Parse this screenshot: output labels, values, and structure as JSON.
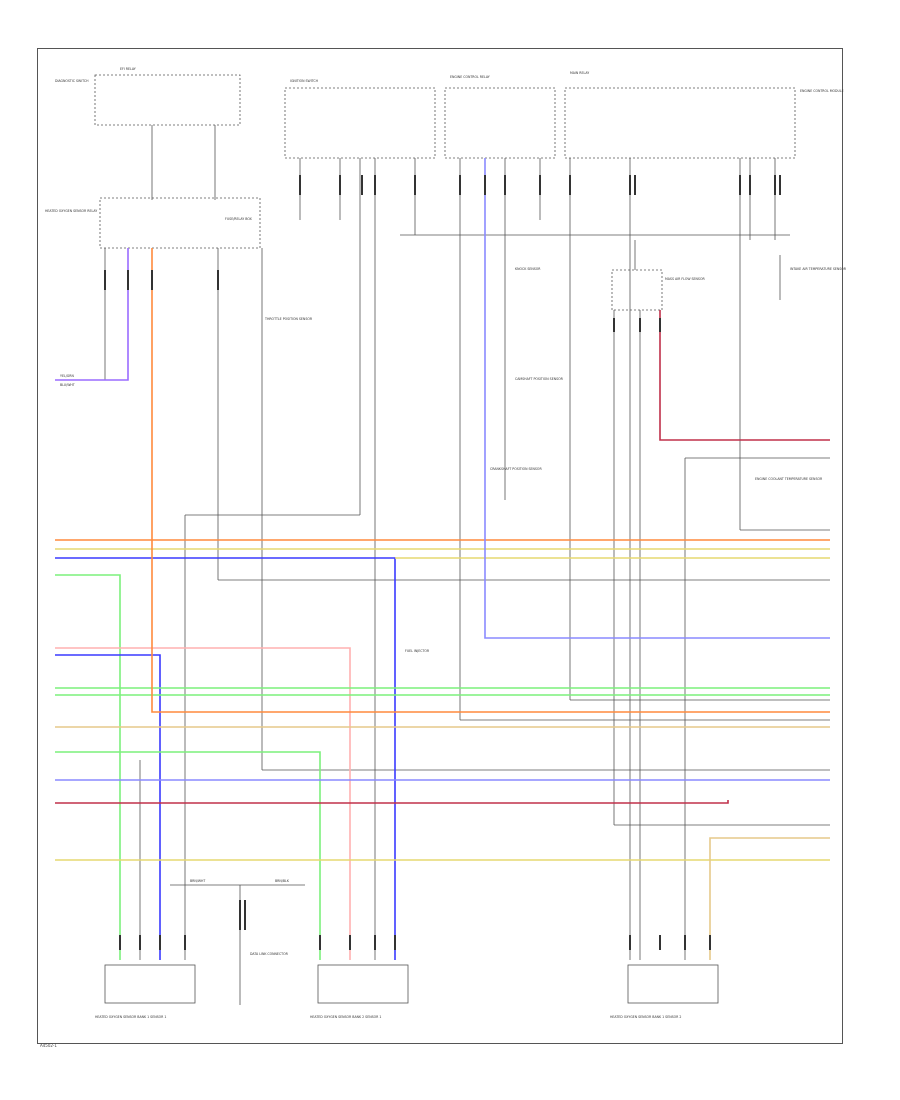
{
  "diagram": {
    "title": "",
    "labels": {
      "top_left_switch": "DIAGNOSTIC SWITCH",
      "top_left_relay": "EFI RELAY",
      "top_box_1": "IGNITION SWITCH",
      "top_box_2": "ENGINE CONTROL RELAY",
      "top_box_3": "MAIN RELAY",
      "top_right_note": "ENGINE CONTROL MODULE",
      "left_module": "HEATED OXYGEN SENSOR RELAY",
      "left_module_2": "FUSE/RELAY BOX",
      "mid_sensor": "THROTTLE POSITION SENSOR",
      "center_vertical_1": "KNOCK SENSOR",
      "center_vertical_2": "CAMSHAFT POSITION SENSOR",
      "center_vertical_3": "CRANKSHAFT POSITION SENSOR",
      "right_sensor": "MASS AIR FLOW SENSOR",
      "right_far": "INTAKE AIR TEMPERATURE SENSOR",
      "mid_right": "ENGINE COOLANT TEMPERATURE SENSOR",
      "mid_center": "FUEL INJECTOR",
      "bottom_sensor_1": "HEATED OXYGEN SENSOR BANK 1 SENSOR 1",
      "bottom_sensor_2": "HEATED OXYGEN SENSOR BANK 2 SENSOR 1",
      "bottom_center": "DATA LINK CONNECTOR",
      "bottom_right": "HEATED OXYGEN SENSOR BANK 1 SENSOR 2",
      "left_wire_1": "YEL/GRN",
      "left_wire_2": "BLU/WHT",
      "bottom_wire_1": "BRN/WHT",
      "bottom_wire_2": "BRN/BLK"
    },
    "wires": {
      "orange": "#ff8a3d",
      "yellow": "#e6d870",
      "blue": "#3a3aff",
      "green": "#7cf07c",
      "red": "#ff4d4d",
      "dark_red": "#c0304a",
      "tan": "#e6c98a",
      "violet": "#9a6cff",
      "gray": "#555555",
      "light_blue": "#8a8aff",
      "pink": "#ffb0b0"
    },
    "code": "A4502-1"
  }
}
